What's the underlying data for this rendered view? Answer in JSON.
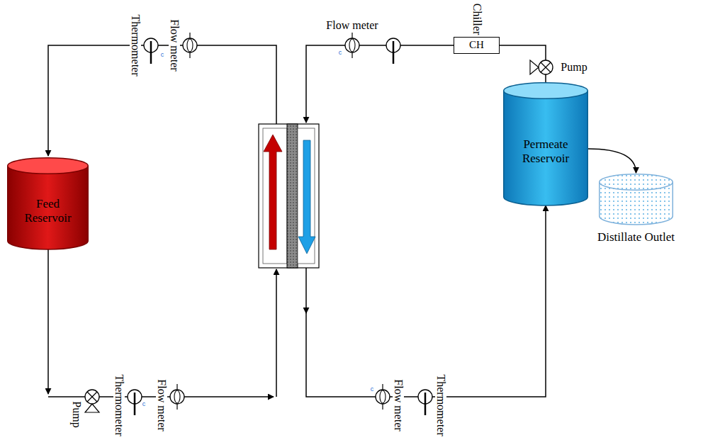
{
  "diagram": {
    "nodes": [
      {
        "text": [
          "Feed Reservoir"
        ]
      },
      {
        "text": [
          "Chiller",
          "CH"
        ]
      },
      {
        "text": [
          "Permeate Reservoir"
        ]
      },
      {
        "text": [
          "Distillate Outlet"
        ]
      }
    ],
    "edges": [
      {
        "from": 2,
        "to": 1,
        "arrow": "none"
      },
      {
        "from": 2,
        "to": 3,
        "arrow": "to"
      }
    ],
    "labels": [
      "Thermometer",
      "c",
      "Flow meter",
      "c",
      "Flow meter",
      "Pump",
      "Pump",
      "c",
      "Thermometer",
      "Flow meter",
      "c",
      "Flow meter",
      "Thermometer"
    ]
  }
}
